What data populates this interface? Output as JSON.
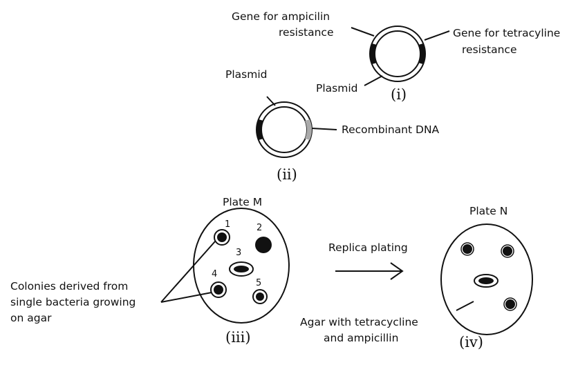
{
  "figure_i": {
    "label": "(i)",
    "gene_ampicilin_line1": "Gene for ampicilin",
    "gene_ampicilin_line2": "resistance",
    "gene_tetracyline_line1": "Gene for tetracyline",
    "gene_tetracyline_line2": "resistance",
    "plasmid": "Plasmid"
  },
  "figure_ii": {
    "label": "(ii)",
    "plasmid": "Plasmid",
    "recombinant": "Recombinant DNA"
  },
  "figure_iii": {
    "label": "(iii)",
    "plate": "Plate M",
    "colony_numbers": [
      "1",
      "2",
      "3",
      "4",
      "5"
    ],
    "colonies_line1": "Colonies derived from",
    "colonies_line2": "single bacteria growing",
    "colonies_line3": "on agar"
  },
  "arrow": {
    "label": "Replica plating"
  },
  "figure_iv": {
    "label": "(iv)",
    "plate": "Plate N",
    "agar_line1": "Agar with tetracycline",
    "agar_line2": "and ampicillin"
  }
}
